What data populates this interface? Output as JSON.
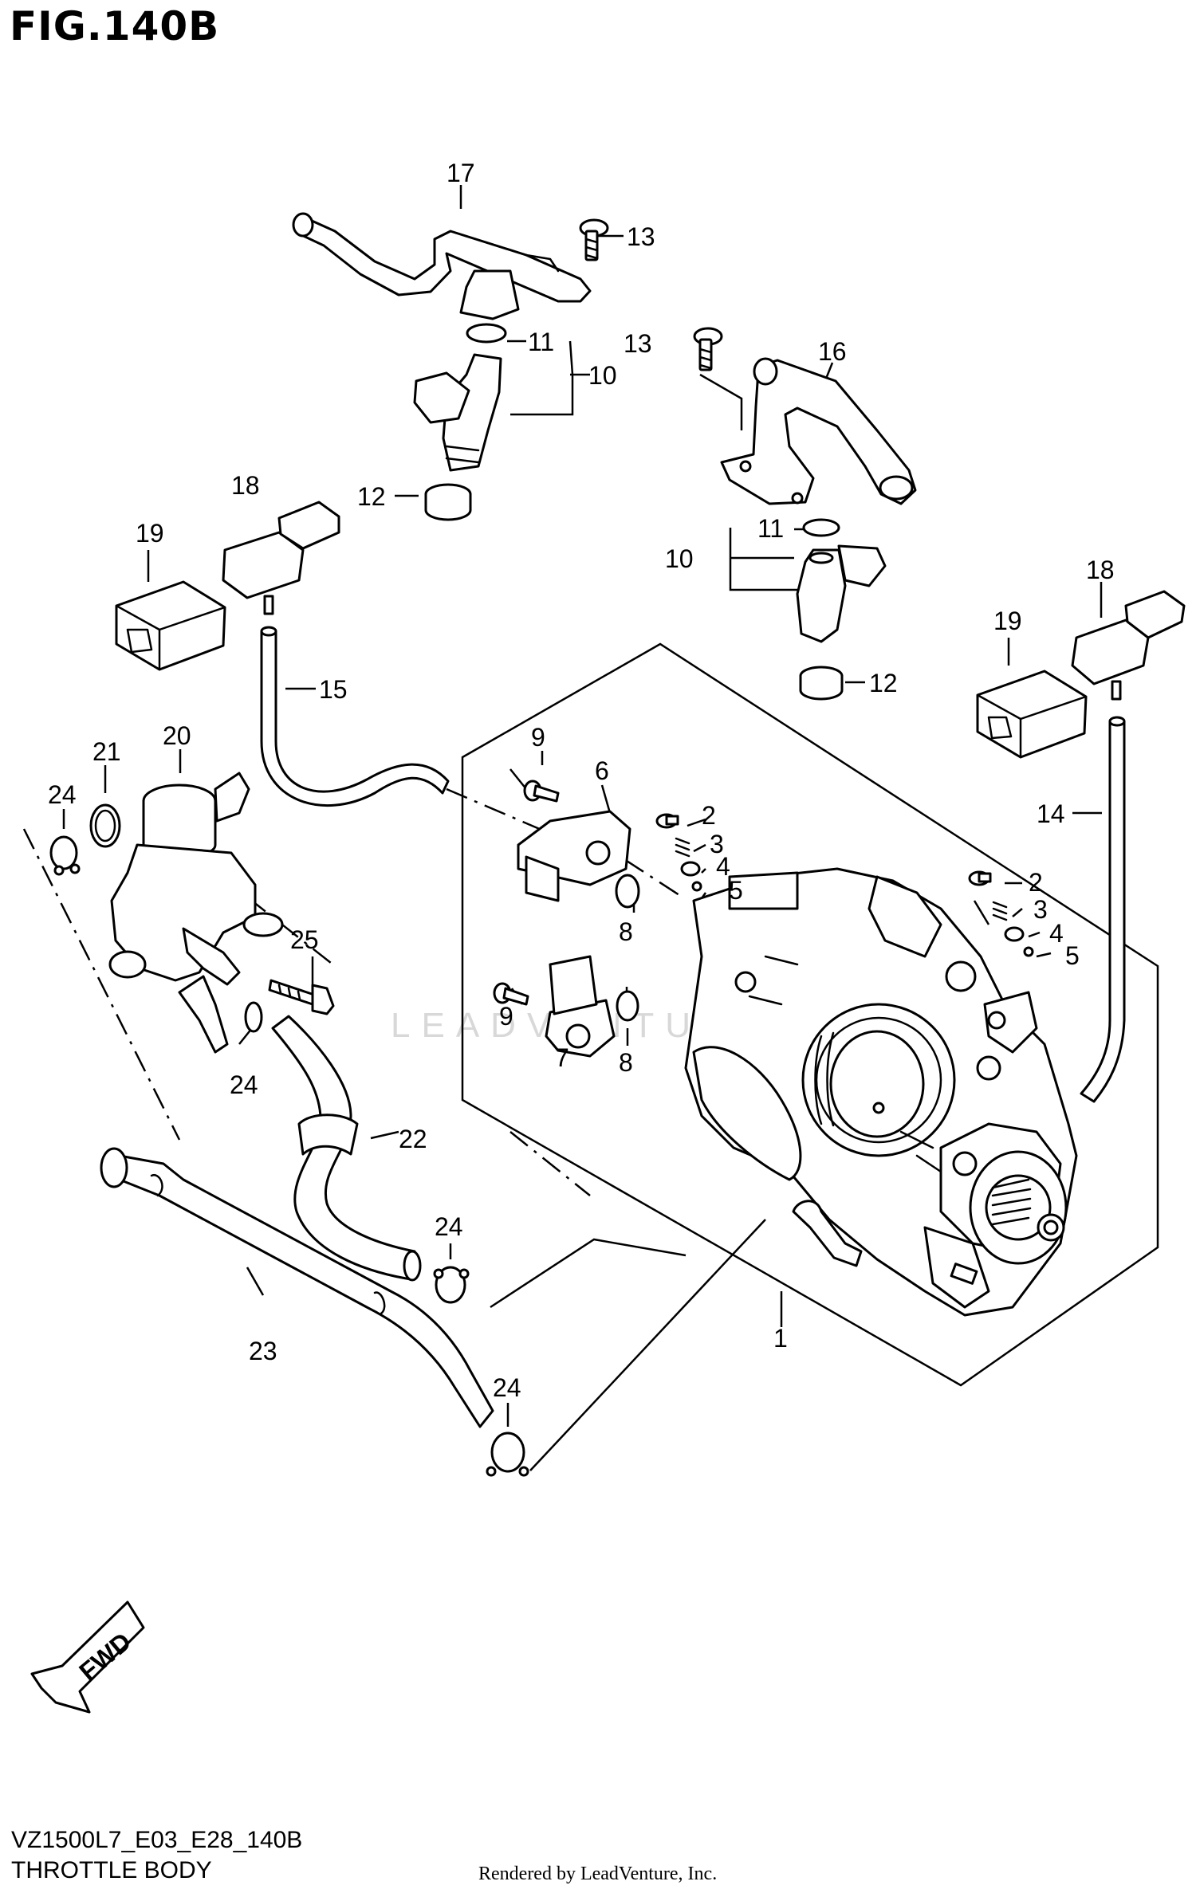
{
  "figure_title": "FIG.140B",
  "model_code": "VZ1500L7_E03_E28_140B",
  "section_name": "THROTTLE BODY",
  "credit": "Rendered by LeadVenture, Inc.",
  "watermark": "LEADVENTURE",
  "fwd_label": "FWD",
  "callouts": {
    "c1": "1",
    "c2a": "2",
    "c2b": "2",
    "c3a": "3",
    "c3b": "3",
    "c4a": "4",
    "c4b": "4",
    "c5a": "5",
    "c5b": "5",
    "c6": "6",
    "c7": "7",
    "c8a": "8",
    "c8b": "8",
    "c9a": "9",
    "c9b": "9",
    "c10a": "10",
    "c10b": "10",
    "c11a": "11",
    "c11b": "11",
    "c12a": "12",
    "c12b": "12",
    "c13a": "13",
    "c13b": "13",
    "c14": "14",
    "c15": "15",
    "c16": "16",
    "c17": "17",
    "c18a": "18",
    "c18b": "18",
    "c19a": "19",
    "c19b": "19",
    "c20": "20",
    "c21": "21",
    "c22": "22",
    "c23": "23",
    "c24a": "24",
    "c24b": "24",
    "c24c": "24",
    "c24d": "24",
    "c25": "25"
  }
}
